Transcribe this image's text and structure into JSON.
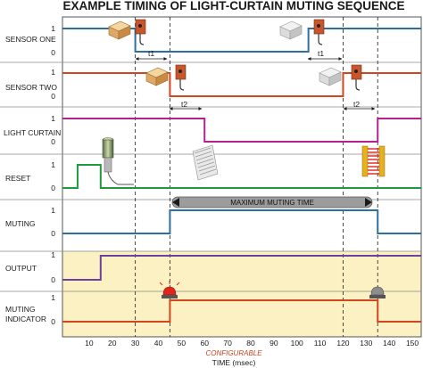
{
  "title": "EXAMPLE TIMING OF LIGHT-CURTAIN MUTING SEQUENCE",
  "x_axis": {
    "ticks": [
      "10",
      "20",
      "30",
      "40",
      "50",
      "60",
      "70",
      "80",
      "90",
      "100",
      "110",
      "120",
      "130",
      "140",
      "150"
    ],
    "configurable_label": "CONFIGURABLE",
    "label": "TIME (msec)"
  },
  "signals": [
    {
      "label": "SENSOR ONE",
      "high": "1",
      "low": "0"
    },
    {
      "label": "SENSOR TWO",
      "high": "1",
      "low": "0"
    },
    {
      "label": "LIGHT CURTAIN",
      "high": "1",
      "low": "0"
    },
    {
      "label": "RESET",
      "high": "1",
      "low": "0"
    },
    {
      "label": "MUTING",
      "high": "1",
      "low": "0"
    },
    {
      "label": "OUTPUT",
      "high": "1",
      "low": "0"
    },
    {
      "label": "MUTING\nINDICATOR",
      "high": "1",
      "low": "0"
    }
  ],
  "annotations": {
    "t1_first": "t1",
    "t1_second": "t1",
    "t2_first": "t2",
    "t2_second": "t2",
    "max_muting": "MAXIMUM MUTING TIME"
  },
  "colors": {
    "sensor_one": "#2f6f9f",
    "sensor_two": "#d2451e",
    "light_curtain": "#b3218e",
    "reset": "#1f9a3c",
    "muting": "#2f6f9f",
    "output": "#6f3fa0",
    "indicator": "#d2451e",
    "shaded_band": "#fbf1c2"
  },
  "timing_ms": {
    "sensor_one": {
      "low_from": 30,
      "low_to": 105
    },
    "sensor_two": {
      "low_from": 45,
      "low_to": 120
    },
    "light_curtain": {
      "low_from": 60,
      "low_to": 135
    },
    "reset": {
      "high_from": 5,
      "high_to": 15
    },
    "muting": {
      "high_from": 45,
      "high_to": 135
    },
    "output": {
      "rises_at": 15
    },
    "muting_indicator": {
      "high_from": 45,
      "high_to": 135
    },
    "vertical_markers": [
      30,
      45,
      120,
      135
    ]
  }
}
